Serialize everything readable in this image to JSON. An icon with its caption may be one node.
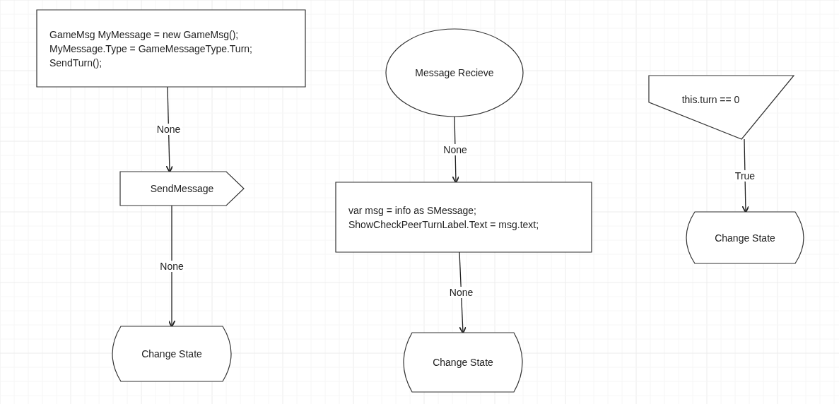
{
  "diagram": {
    "nodes": [
      {
        "text": [
          "GameMsg MyMessage = new GameMsg(); MyMessage.Type = GameMessageType.Turn; SendTurn();"
        ]
      },
      {
        "text": [
          "SendMessage"
        ]
      },
      {
        "text": [
          "Change State"
        ]
      },
      {
        "text": [
          "Message Recieve"
        ]
      },
      {
        "text": [
          "var msg = info as SMessage; ShowCheckPeerTurnLabel.Text = msg.text;"
        ]
      },
      {
        "text": [
          "Change State"
        ]
      },
      {
        "text": [
          "this.turn == 0"
        ]
      },
      {
        "text": [
          "Change State"
        ]
      }
    ],
    "edges": [
      {
        "from": 0,
        "to": 1,
        "arrow": "to",
        "label": "None"
      },
      {
        "from": 1,
        "to": 2,
        "arrow": "to",
        "label": "None"
      },
      {
        "from": 3,
        "to": 4,
        "arrow": "to",
        "label": "None"
      },
      {
        "from": 4,
        "to": 5,
        "arrow": "to",
        "label": "None"
      },
      {
        "from": 6,
        "to": 7,
        "arrow": "to",
        "label": "True"
      }
    ]
  }
}
